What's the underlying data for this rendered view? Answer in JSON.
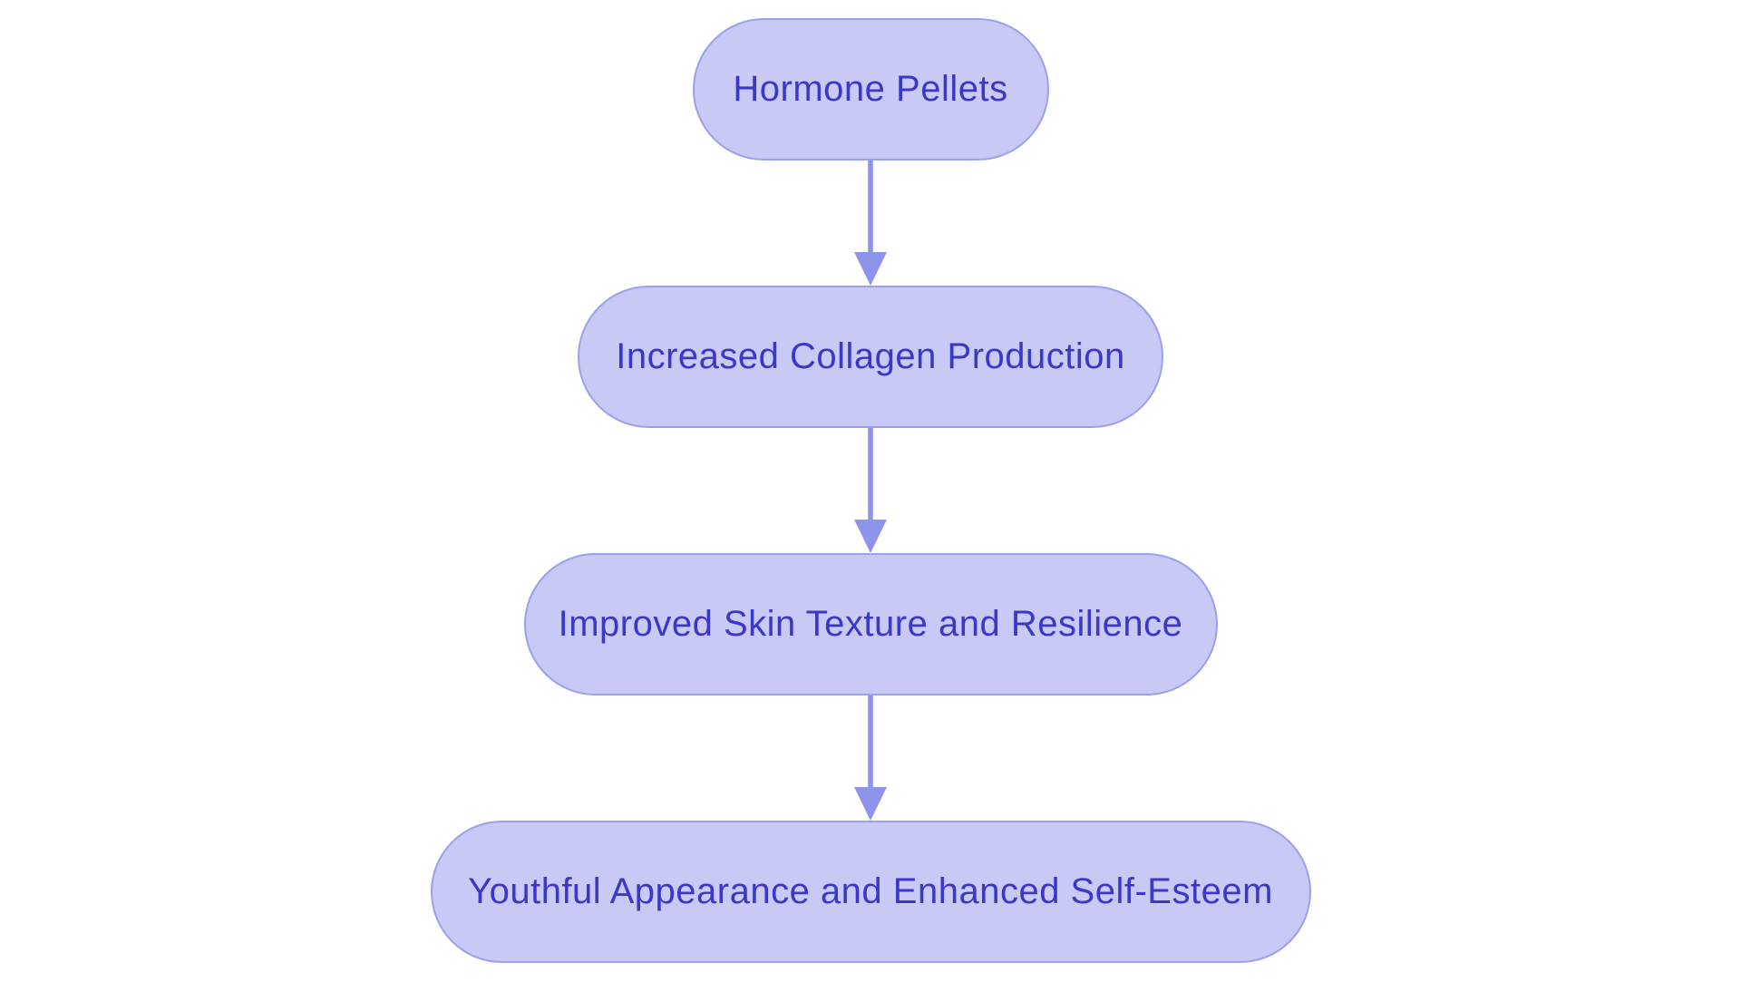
{
  "diagram": {
    "type": "flowchart",
    "direction": "top-down",
    "background_color": "#ffffff",
    "node_fill_color": "#c8c9f5",
    "node_border_color": "#9aa0ec",
    "node_text_color": "#3b38c9",
    "arrow_color": "#8e94ec",
    "nodes": [
      {
        "id": "hormone-pellets",
        "label": "Hormone Pellets"
      },
      {
        "id": "increased-collagen-production",
        "label": "Increased Collagen Production"
      },
      {
        "id": "improved-skin-texture-and-resilience",
        "label": "Improved Skin Texture and Resilience"
      },
      {
        "id": "youthful-appearance-and-enhanced-self-esteem",
        "label": "Youthful Appearance and Enhanced Self-Esteem"
      }
    ],
    "edges": [
      {
        "from": "hormone-pellets",
        "to": "increased-collagen-production"
      },
      {
        "from": "increased-collagen-production",
        "to": "improved-skin-texture-and-resilience"
      },
      {
        "from": "improved-skin-texture-and-resilience",
        "to": "youthful-appearance-and-enhanced-self-esteem"
      }
    ]
  }
}
